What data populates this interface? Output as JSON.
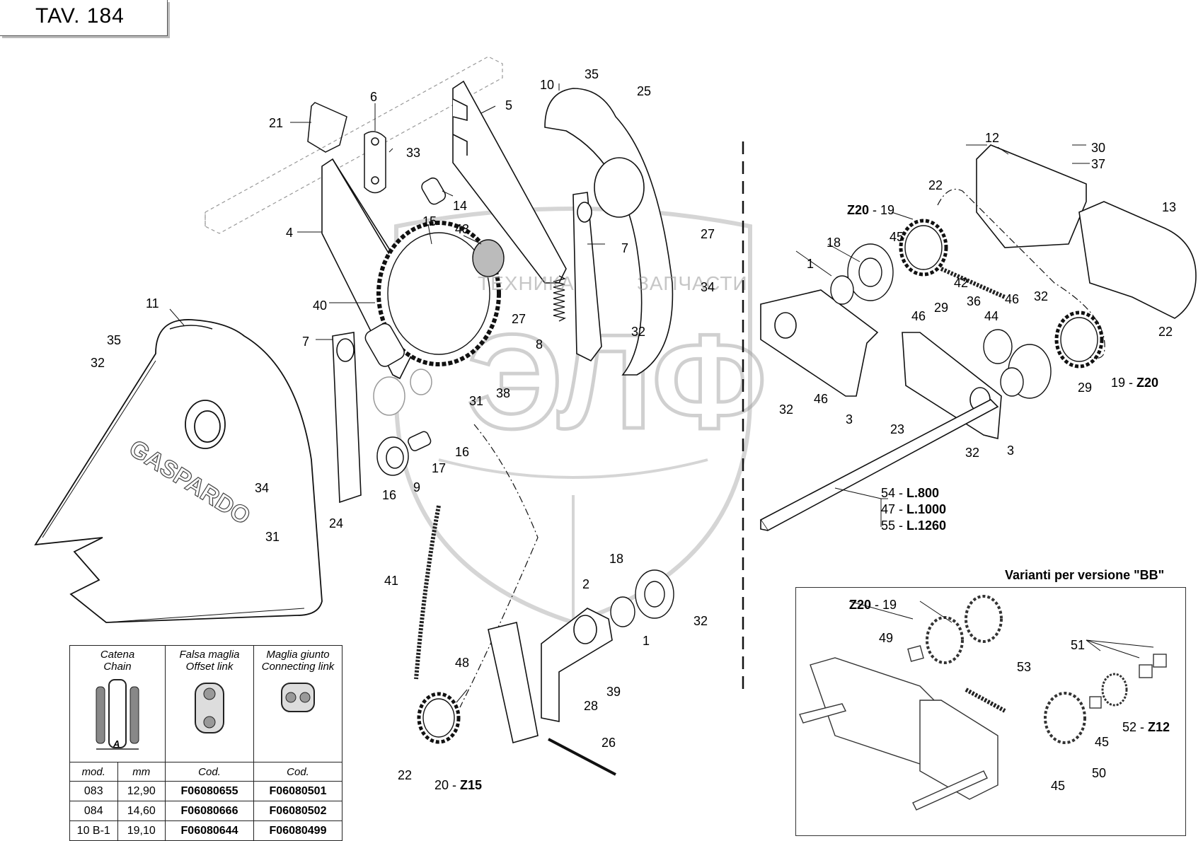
{
  "title": "TAV. 184",
  "brand": "GASPARDO",
  "watermark": {
    "left": "ТЕХНИКА",
    "right": "ЗАПЧАСТИ",
    "logo": "ЭЛФ"
  },
  "variants_title": "Varianti per versione \"BB\"",
  "shaft_lengths": [
    {
      "num": "54",
      "label": "L.800"
    },
    {
      "num": "47",
      "label": "L.1000"
    },
    {
      "num": "55",
      "label": "L.1260"
    }
  ],
  "callouts": {
    "c6": "6",
    "c21": "21",
    "c33": "33",
    "c5": "5",
    "c10": "10",
    "c35a": "35",
    "c25": "25",
    "c4": "4",
    "c14": "14",
    "c15": "15",
    "c43": "43",
    "c7a": "7",
    "c27a": "27",
    "c34a": "34",
    "c27b": "27",
    "c11": "11",
    "c35b": "35",
    "c32a": "32",
    "c40": "40",
    "c7b": "7",
    "c8": "8",
    "c32b": "32",
    "c31a": "31",
    "c38": "38",
    "c16a": "16",
    "c17": "17",
    "c16b": "16",
    "c9": "9",
    "c34b": "34",
    "c31b": "31",
    "c24": "24",
    "c12": "12",
    "c30": "30",
    "c37": "37",
    "c13": "13",
    "c22a": "22",
    "c19a": "19",
    "c19a_z": "Z20",
    "c45a": "45",
    "c18a": "18",
    "c1a": "1",
    "c42": "42",
    "c29a": "29",
    "c36": "36",
    "c46a": "46",
    "c32c": "32",
    "c46b": "46",
    "c44": "44",
    "c22b": "22",
    "c29b": "29",
    "c19b": "19",
    "c19b_z": "Z20",
    "c32d": "32",
    "c46c": "46",
    "c3a": "3",
    "c23": "23",
    "c32e": "32",
    "c3b": "3",
    "c41": "41",
    "c18b": "18",
    "c2": "2",
    "c32f": "32",
    "c1b": "1",
    "c48": "48",
    "c28": "28",
    "c39": "39",
    "c26": "26",
    "c22c": "22",
    "c20": "20",
    "c20_z": "Z15",
    "c19c": "19",
    "c19c_z": "Z20",
    "c49": "49",
    "c53": "53",
    "c51": "51",
    "c52": "52",
    "c52_z": "Z12",
    "c45b": "45",
    "c45c": "45",
    "c50": "50"
  },
  "chain_table": {
    "headers": [
      {
        "it": "Catena",
        "en": "Chain"
      },
      {
        "it": "Falsa maglia",
        "en": "Offset link"
      },
      {
        "it": "Maglia giunto",
        "en": "Connecting link"
      }
    ],
    "dimension_label": "A",
    "subheaders": [
      "mod.",
      "mm",
      "Cod.",
      "Cod."
    ],
    "rows": [
      [
        "083",
        "12,90",
        "F06080655",
        "F06080501"
      ],
      [
        "084",
        "14,60",
        "F06080666",
        "F06080502"
      ],
      [
        "10 B-1",
        "19,10",
        "F06080644",
        "F06080499"
      ]
    ]
  }
}
